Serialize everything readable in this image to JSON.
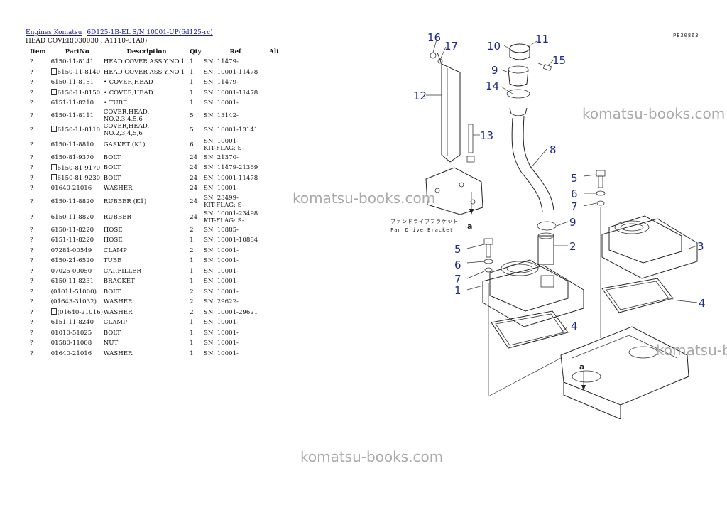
{
  "breadcrumb": {
    "items": [
      "Engines Komatsu",
      "6D125-1B-EL S/N 10001-UP(6d125-rc)"
    ]
  },
  "subtitle": "HEAD COVER(030030 : A1110-01A0)",
  "table": {
    "headers": {
      "item": "Item",
      "partno": "PartNo",
      "description": "Description",
      "qty": "Qty",
      "ref": "Ref",
      "alt": "Alt"
    },
    "rows": [
      {
        "item": "?",
        "box": false,
        "partno": "6150-11-8141",
        "description": "HEAD COVER ASS'Y,NO.1",
        "qty": "1",
        "ref": "SN: 11479-"
      },
      {
        "item": "?",
        "box": true,
        "partno": "6150-11-8140",
        "description": "HEAD COVER ASS'Y,NO.1",
        "qty": "1",
        "ref": "SN: 10001-11478"
      },
      {
        "item": "?",
        "box": false,
        "partno": "6150-11-8151",
        "description": "• COVER,HEAD",
        "qty": "1",
        "ref": "SN: 11479-"
      },
      {
        "item": "?",
        "box": true,
        "partno": "6150-11-8150",
        "description": "• COVER,HEAD",
        "qty": "1",
        "ref": "SN: 10001-11478"
      },
      {
        "item": "?",
        "box": false,
        "partno": "6151-11-8210",
        "description": "• TUBE",
        "qty": "1",
        "ref": "SN: 10001-"
      },
      {
        "item": "?",
        "box": false,
        "partno": "6150-11-8111",
        "description": "COVER,HEAD, NO.2,3,4,5,6",
        "qty": "5",
        "ref": "SN: 13142-"
      },
      {
        "item": "?",
        "box": true,
        "partno": "6150-11-8110",
        "description": "COVER,HEAD, NO.2,3,4,5,6",
        "qty": "5",
        "ref": "SN: 10001-13141"
      },
      {
        "item": "?",
        "box": false,
        "partno": "6150-11-8810",
        "description": "GASKET (K1)",
        "qty": "6",
        "ref": "SN: 10001-",
        "ref2": "KIT-FLAG: S-"
      },
      {
        "item": "?",
        "box": false,
        "partno": "6150-81-9370",
        "description": "BOLT",
        "qty": "24",
        "ref": "SN: 21370-"
      },
      {
        "item": "?",
        "box": true,
        "partno": "6150-81-9170",
        "description": "BOLT",
        "qty": "24",
        "ref": "SN: 11479-21369"
      },
      {
        "item": "?",
        "box": true,
        "partno": "6150-81-9230",
        "description": "BOLT",
        "qty": "24",
        "ref": "SN: 10001-11478"
      },
      {
        "item": "?",
        "box": false,
        "partno": "01640-21016",
        "description": "WASHER",
        "qty": "24",
        "ref": "SN: 10001-"
      },
      {
        "item": "?",
        "box": false,
        "partno": "6150-11-8820",
        "description": "RUBBER (K1)",
        "qty": "24",
        "ref": "SN: 23499-",
        "ref2": "KIT-FLAG: S-"
      },
      {
        "item": "?",
        "box": false,
        "partno": "6150-11-8820",
        "description": "RUBBER",
        "qty": "24",
        "ref": "SN: 10001-23498",
        "ref2": "KIT-FLAG: S-"
      },
      {
        "item": "?",
        "box": false,
        "partno": "6150-11-8220",
        "description": "HOSE",
        "qty": "2",
        "ref": "SN: 10885-"
      },
      {
        "item": "?",
        "box": false,
        "partno": "6151-11-8220",
        "description": "HOSE",
        "qty": "1",
        "ref": "SN: 10001-10884"
      },
      {
        "item": "?",
        "box": false,
        "partno": "07281-00549",
        "description": "CLAMP",
        "qty": "2",
        "ref": "SN: 10001-"
      },
      {
        "item": "?",
        "box": false,
        "partno": "6150-21-6520",
        "description": "TUBE",
        "qty": "1",
        "ref": "SN: 10001-"
      },
      {
        "item": "?",
        "box": false,
        "partno": "07025-00050",
        "description": "CAP,FILLER",
        "qty": "1",
        "ref": "SN: 10001-"
      },
      {
        "item": "?",
        "box": false,
        "partno": "6150-11-8231",
        "description": "BRACKET",
        "qty": "1",
        "ref": "SN: 10001-"
      },
      {
        "item": "?",
        "box": false,
        "partno": "(01011-51000)",
        "description": "BOLT",
        "qty": "2",
        "ref": "SN: 10001-"
      },
      {
        "item": "?",
        "box": false,
        "partno": "(01643-31032)",
        "description": "WASHER",
        "qty": "2",
        "ref": "SN: 29622-"
      },
      {
        "item": "?",
        "box": true,
        "partno": "(01640-21016)",
        "description": "WASHER",
        "qty": "2",
        "ref": "SN: 10001-29621",
        "paren": true
      },
      {
        "item": "?",
        "box": false,
        "partno": "6151-11-8240",
        "description": "CLAMP",
        "qty": "1",
        "ref": "SN: 10001-"
      },
      {
        "item": "?",
        "box": false,
        "partno": "01010-51025",
        "description": "BOLT",
        "qty": "1",
        "ref": "SN: 10001-"
      },
      {
        "item": "?",
        "box": false,
        "partno": "01580-11008",
        "description": "NUT",
        "qty": "1",
        "ref": "SN: 10001-"
      },
      {
        "item": "?",
        "box": false,
        "partno": "01640-21016",
        "description": "WASHER",
        "qty": "1",
        "ref": "SN: 10001-"
      }
    ]
  },
  "diagram": {
    "code": "PE30863",
    "callouts": {
      "c16": "16",
      "c17": "17",
      "c10": "10",
      "c11": "11",
      "c15": "15",
      "c9a": "9",
      "c14": "14",
      "c12": "12",
      "c13": "13",
      "c8": "8",
      "c5a": "5",
      "c6a": "6",
      "c7a": "7",
      "c9b": "9",
      "c2": "2",
      "c3": "3",
      "c4a": "4",
      "c5b": "5",
      "c6b": "6",
      "c7b": "7",
      "c1": "1",
      "c4b": "4"
    },
    "label_a": "a",
    "bracket_jp": "ファンドライブブラケット",
    "bracket_en": "Fan Drive Bracket"
  },
  "watermark": "komatsu-books.com"
}
